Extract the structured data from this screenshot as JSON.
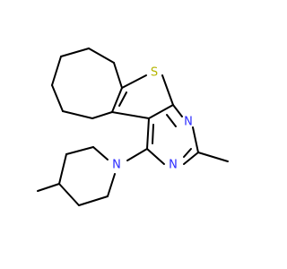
{
  "molecule": {
    "atoms": [
      {
        "id": "S",
        "symbol": "S",
        "color": "#b5b500"
      },
      {
        "id": "N1",
        "symbol": "N",
        "color": "#2b2bff"
      },
      {
        "id": "N2",
        "symbol": "N",
        "color": "#2b2bff"
      },
      {
        "id": "N3",
        "symbol": "N",
        "color": "#2b2bff"
      }
    ],
    "bond_color": "#000000"
  }
}
